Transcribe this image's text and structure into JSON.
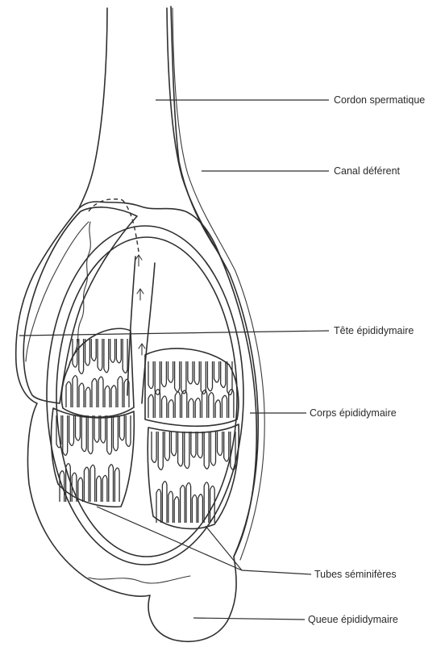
{
  "labels": {
    "cordon": "Cordon spermatique",
    "canal": "Canal déférent",
    "tete": "Tête épididymaire",
    "corps": "Corps épididymaire",
    "tubes": "Tubes séminifères",
    "queue": "Queue épididymaire"
  },
  "colors": {
    "ink": "#2f2f2f",
    "background": "#ffffff"
  }
}
